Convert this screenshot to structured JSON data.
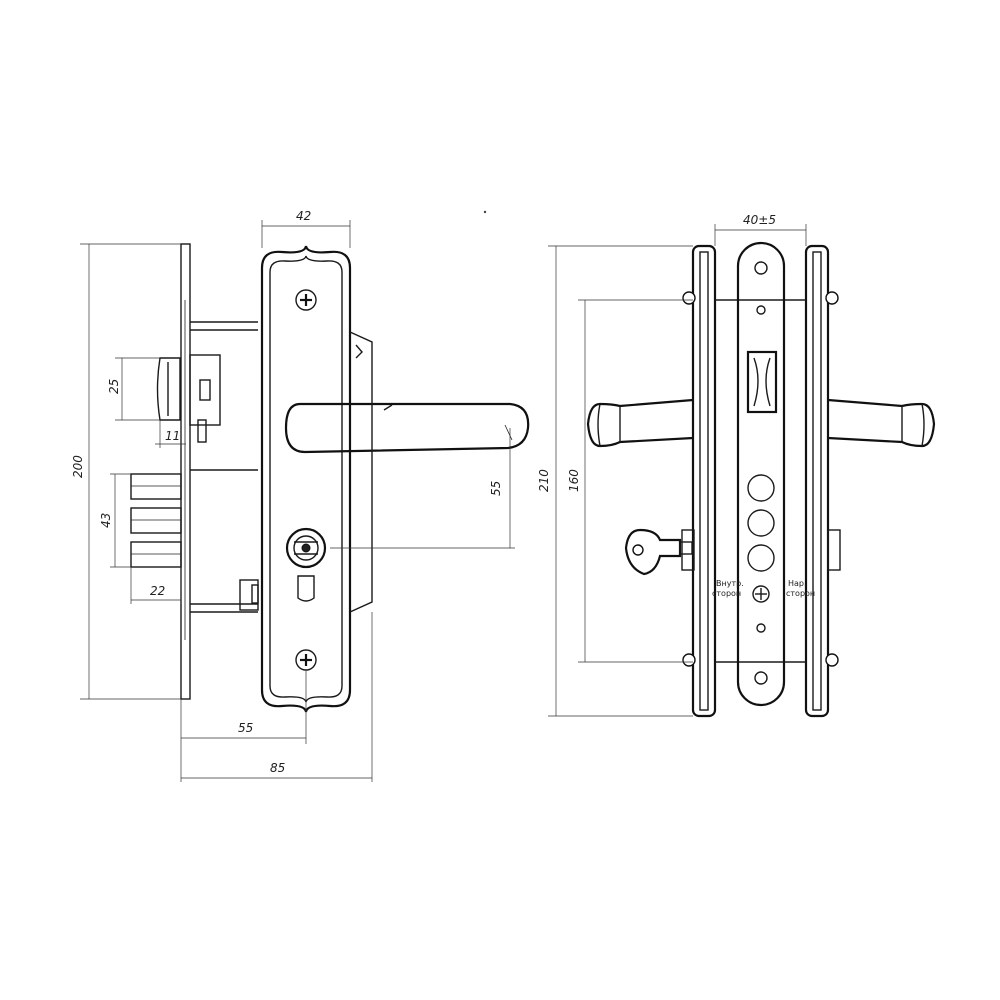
{
  "dimensions": {
    "handle_plate_width": "42",
    "total_height": "200",
    "deadbolt_height": "25",
    "deadbolt_offset": "11",
    "bolts_height": "43",
    "bolts_projection": "22",
    "handle_to_cylinder": "55",
    "backset": "55",
    "case_depth": "85",
    "door_thickness": "40±5",
    "set_height": "210",
    "screw_spacing": "160"
  },
  "labels": {
    "inner_side_1": "Внутр.",
    "inner_side_2": "сторон",
    "outer_side_1": "Нар.",
    "outer_side_2": "сторон"
  }
}
